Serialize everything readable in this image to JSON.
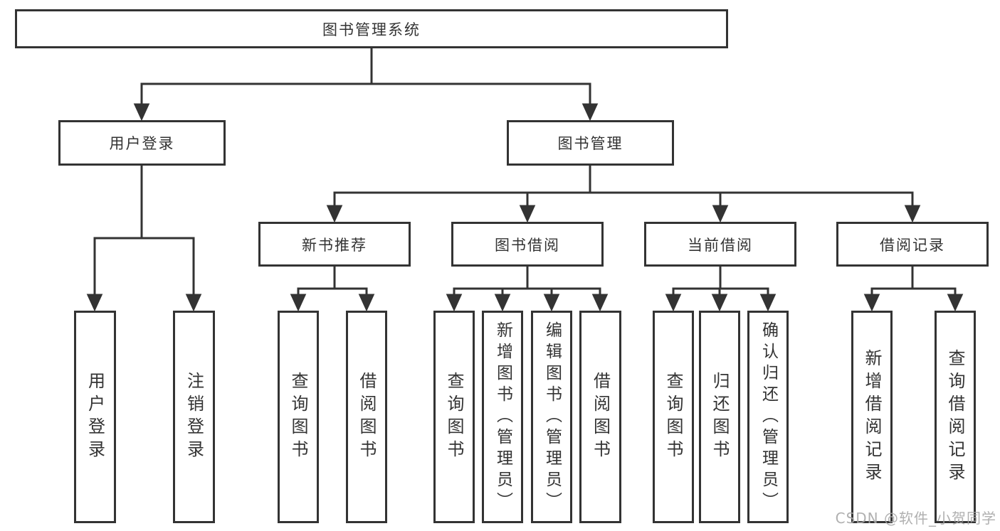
{
  "tree": {
    "label": "图书管理系统",
    "children": [
      {
        "label": "用户登录",
        "children": [
          {
            "label": "用户登录"
          },
          {
            "label": "注销登录"
          }
        ]
      },
      {
        "label": "图书管理",
        "children": [
          {
            "label": "新书推荐",
            "children": [
              {
                "label": "查询图书"
              },
              {
                "label": "借阅图书"
              }
            ]
          },
          {
            "label": "图书借阅",
            "children": [
              {
                "label": "查询图书"
              },
              {
                "label": "新增图书（管理员）"
              },
              {
                "label": "编辑图书（管理员）"
              },
              {
                "label": "借阅图书"
              }
            ]
          },
          {
            "label": "当前借阅",
            "children": [
              {
                "label": "查询图书"
              },
              {
                "label": "归还图书"
              },
              {
                "label": "确认归还（管理员）"
              }
            ]
          },
          {
            "label": "借阅记录",
            "children": [
              {
                "label": "新增借阅记录"
              },
              {
                "label": "查询借阅记录"
              }
            ]
          }
        ]
      }
    ]
  },
  "watermark": {
    "text": "CSDN @软件_小贺同学"
  },
  "colors": {
    "line": "#333333",
    "box_border": "#333333",
    "text": "#333333",
    "background": "#ffffff",
    "watermark": "#a5a5a5"
  }
}
